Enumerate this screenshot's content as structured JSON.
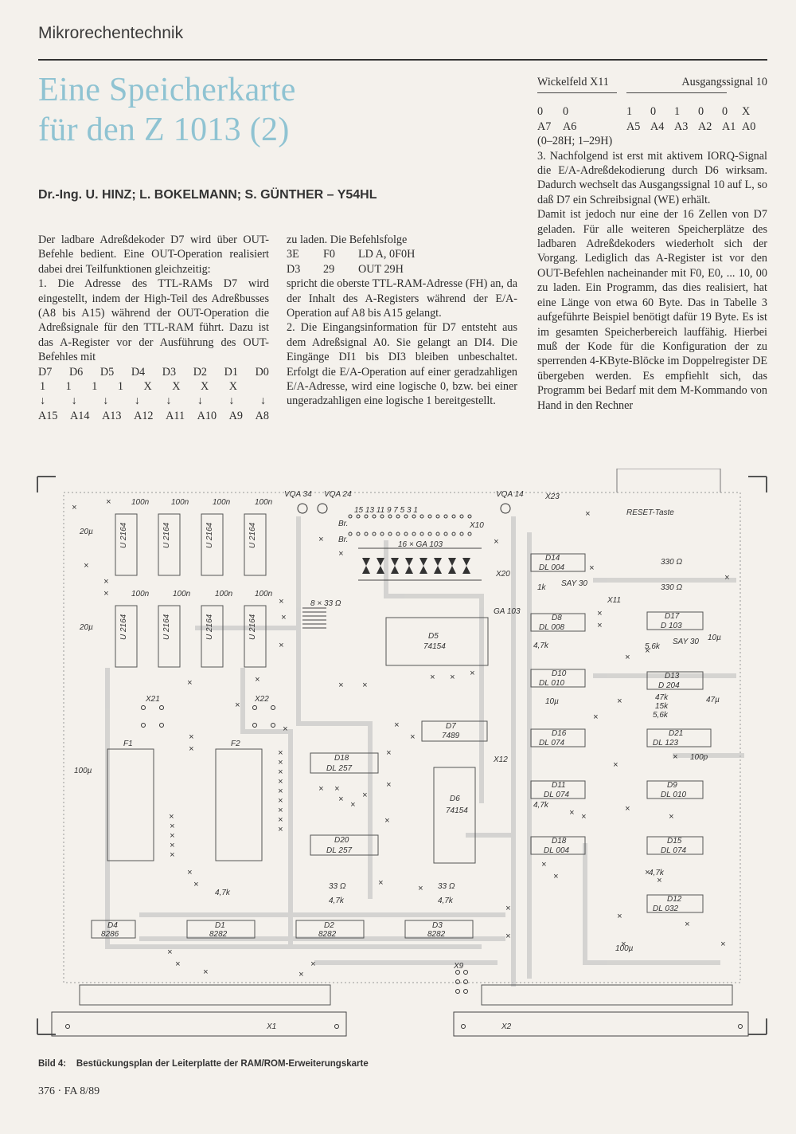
{
  "header": {
    "section": "Mikrorechentechnik"
  },
  "title": {
    "line1": "Eine Speicherkarte",
    "line2": "für den Z 1013 (2)"
  },
  "authors": "Dr.-Ing. U. HINZ; L. BOKELMANN; S. GÜNTHER – Y54HL",
  "col1": {
    "p1": "Der ladbare Adreßdekoder D7 wird über OUT-Befehle bedient. Eine OUT-Operation realisiert dabei drei Teilfunktionen gleichzeitig:",
    "p2": "1. Die Adresse des TTL-RAMs D7 wird eingestellt, indem der High-Teil des Adreßbusses (A8 bis A15) während der OUT-Operation die Adreßsignale für den TTL-RAM führt. Dazu ist das A-Register vor der Ausführung des OUT-Befehles mit",
    "tbl_head": [
      "D7",
      "D6",
      "D5",
      "D4",
      "D3",
      "D2",
      "D1",
      "D0"
    ],
    "tbl_vals": [
      "1",
      "1",
      "1",
      "1",
      "X",
      "X",
      "X",
      "X"
    ],
    "tbl_arrows": [
      "↓",
      "↓",
      "↓",
      "↓",
      "↓",
      "↓",
      "↓",
      "↓"
    ],
    "tbl_addr": [
      "A15",
      "A14",
      "A13",
      "A12",
      "A11",
      "A10",
      "A9",
      "A8"
    ]
  },
  "col2": {
    "p1": "zu laden. Die Befehlsfolge",
    "code1": [
      "3E",
      "F0",
      "LD A, 0F0H"
    ],
    "code2": [
      "D3",
      "29",
      "OUT 29H"
    ],
    "p2": "spricht die oberste TTL-RAM-Adresse (FH) an, da der Inhalt des A-Registers während der E/A-Operation auf A8 bis A15 gelangt.",
    "p3": "2. Die Eingangsinformation für D7 entsteht aus dem Adreßsignal A0. Sie gelangt an DI4. Die Eingänge DI1 bis DI3 bleiben unbeschaltet. Erfolgt die E/A-Operation auf einer geradzahligen E/A-Adresse, wird eine logische 0, bzw. bei einer ungeradzahligen eine logische 1 bereitgestellt."
  },
  "col3": {
    "wick_left": "Wickelfeld X11",
    "wick_right": "Ausgangssignal 10",
    "bits_left": [
      "0",
      "0"
    ],
    "bits_right": [
      "1",
      "0",
      "1",
      "0",
      "0",
      "X"
    ],
    "addr_left": [
      "A7",
      "A6"
    ],
    "addr_right": [
      "A5",
      "A4",
      "A3",
      "A2",
      "A1",
      "A0"
    ],
    "range": "(0–28H; 1–29H)",
    "p1": "3. Nachfolgend ist erst mit aktivem IORQ-Signal die E/A-Adreßdekodierung durch D6 wirksam. Dadurch wechselt das Ausgangssignal 10 auf L, so daß D7 ein Schreibsignal (WE) erhält.",
    "p2": "Damit ist jedoch nur eine der 16 Zellen von D7 geladen. Für alle weiteren Speicherplätze des ladbaren Adreßdekoders wiederholt sich der Vorgang. Lediglich das A-Register ist vor den OUT-Befehlen nacheinander mit F0, E0, ... 10, 00 zu laden. Ein Programm, das dies realisiert, hat eine Länge von etwa 60 Byte. Das in Tabelle 3 aufgeführte Beispiel benötigt dafür 19 Byte. Es ist im gesamten Speicherbereich lauffähig. Hierbei muß der Kode für die Konfiguration der zu sperrenden 4-KByte-Blöcke im Doppelregister DE übergeben werden. Es empfiehlt sich, das Programm bei Bedarf mit dem M-Kommando von Hand in den Rechner"
  },
  "board": {
    "ram_label": "U 2164",
    "cap100n": "100n",
    "cap20u": "20µ",
    "cap100u": "100µ",
    "cap10u": "10µ",
    "cap47u": "47µ",
    "cap100p": "100p",
    "x21": "X21",
    "x22": "X22",
    "x23": "X23",
    "x9": "X9",
    "x10": "X10",
    "x11": "X11",
    "x12": "X12",
    "x20": "X20",
    "f1": "F1",
    "f2": "F2",
    "vqa34": "VQA 34",
    "vqa24": "VQA 24",
    "vqa14": "VQA 14",
    "pins_top": "15 13 11 9 7 5 3 1",
    "br": "Br.",
    "ga103_16": "16 × GA 103",
    "ga103": "GA 103",
    "r33_8": "8 × 33 Ω",
    "d5": "D5",
    "d5t": "74154",
    "d6": "D6",
    "d6t": "74154",
    "d7": "D7",
    "d7t": "7489",
    "d18a": "D18",
    "d18at": "DL 257",
    "d20": "D20",
    "d20t": "DL 257",
    "d4": "D4",
    "d4t": "8286",
    "d1": "D1",
    "d1t": "8282",
    "d2": "D2",
    "d2t": "8282",
    "d3": "D3",
    "d3t": "8282",
    "d14": "D14",
    "d14t": "DL 004",
    "d8": "D8",
    "d8t": "DL 008",
    "d10": "D10",
    "d10t": "DL 010",
    "d16": "D16",
    "d16t": "DL 074",
    "d11": "D11",
    "d11t": "DL 074",
    "d18b": "D18",
    "d18bt": "DL 004",
    "d17": "D17",
    "d17t": "D 103",
    "d13": "D13",
    "d13t": "D 204",
    "d21": "D21",
    "d21t": "DL 123",
    "d9": "D9",
    "d9t": "DL 010",
    "d15": "D15",
    "d15t": "DL 074",
    "d12": "D12",
    "d12t": "DL 032",
    "r330": "330 Ω",
    "r1k": "1k",
    "say30": "SAY 30",
    "r47k": "4,7k",
    "r56k": "5,6k",
    "r47kb": "47k",
    "r15k": "15k",
    "r33": "33 Ω",
    "r33b": "33 Ω",
    "reset": "RESET-Taste",
    "x1": "X1",
    "x2": "X2"
  },
  "caption": {
    "prefix": "Bild 4:",
    "text": "Bestückungsplan der Leiterplatte der RAM/ROM-Erweiterungskarte"
  },
  "footer": "376 · FA 8/89"
}
